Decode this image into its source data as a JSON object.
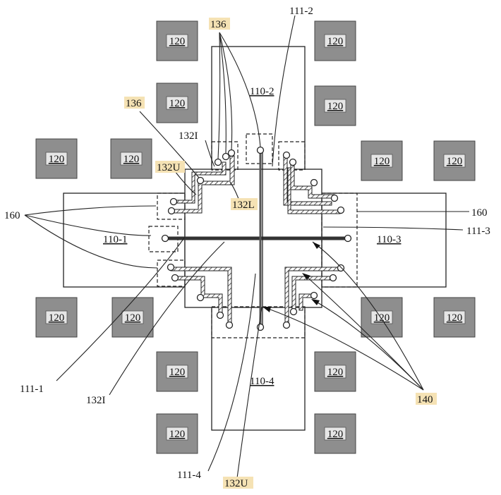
{
  "diagram": {
    "pad_label": "120",
    "labels": {
      "die_top": "110-2",
      "die_left": "110-1",
      "die_right": "110-3",
      "die_bottom": "110-4",
      "bus_top": "111-2",
      "bus_left": "111-1",
      "bus_right": "111-3",
      "bus_bottom": "111-4",
      "ref_136_top": "136",
      "ref_136_left": "136",
      "ref_132I_top": "132I",
      "ref_132U_left": "132U",
      "ref_132L": "132L",
      "ref_160_left": "160",
      "ref_160_right": "160",
      "ref_132I_bottom": "132I",
      "ref_132U_bottom": "132U",
      "ref_140": "140"
    }
  }
}
